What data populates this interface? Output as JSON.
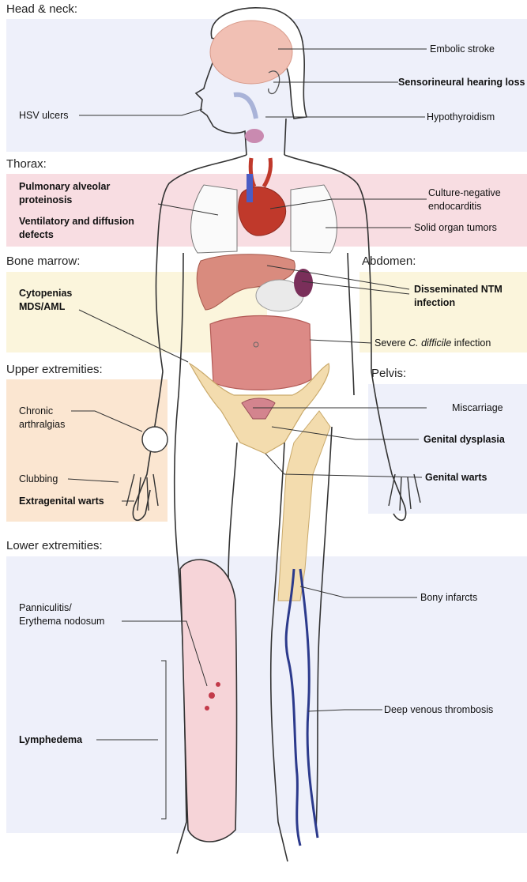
{
  "colors": {
    "head_band": "#eef0fa",
    "thorax_band": "#f8dde2",
    "marrow_band": "#fbf5dc",
    "abdomen_band": "#fbf5dc",
    "upper_band": "#fbe6d1",
    "pelvis_band": "#eef0fa",
    "lower_band": "#eef0fa",
    "body_outline": "#333333",
    "vein": "#2c3a8c",
    "lymphedema": "#f6d4d8",
    "brain": "#f1c0b4",
    "heart": "#c0392b",
    "bone": "#f3dcae"
  },
  "sections": {
    "head_neck": "Head & neck:",
    "thorax": "Thorax:",
    "bone_marrow": "Bone marrow:",
    "abdomen": "Abdomen:",
    "upper_extremities": "Upper extremities:",
    "pelvis": "Pelvis:",
    "lower_extremities": "Lower extremities:"
  },
  "labels": {
    "embolic_stroke": "Embolic stroke",
    "sensorineural_hearing_loss": "Sensorineural hearing loss",
    "hsv_ulcers": "HSV ulcers",
    "hypothyroidism": "Hypothyroidism",
    "pap_line1": "Pulmonary alveolar",
    "pap_line2": "proteinosis",
    "vent_line1": "Ventilatory and diffusion",
    "vent_line2": "defects",
    "endocarditis_line1": "Culture-negative",
    "endocarditis_line2": "endocarditis",
    "solid_organ_tumors": "Solid organ tumors",
    "cytopenias": "Cytopenias",
    "mds_aml": "MDS/AML",
    "ntm_line1": "Disseminated NTM",
    "ntm_line2": "infection",
    "cdiff_pre": "Severe ",
    "cdiff_italic": "C. difficile",
    "cdiff_post": " infection",
    "arthralgias_line1": "Chronic",
    "arthralgias_line2": "arthralgias",
    "clubbing": "Clubbing",
    "extragenital_warts": "Extragenital warts",
    "miscarriage": "Miscarriage",
    "genital_dysplasia": "Genital dysplasia",
    "genital_warts": "Genital warts",
    "bony_infarcts": "Bony infarcts",
    "panniculitis_line1": "Panniculitis/",
    "panniculitis_line2": "Erythema nodosum",
    "dvt": "Deep venous thrombosis",
    "lymphedema": "Lymphedema"
  }
}
